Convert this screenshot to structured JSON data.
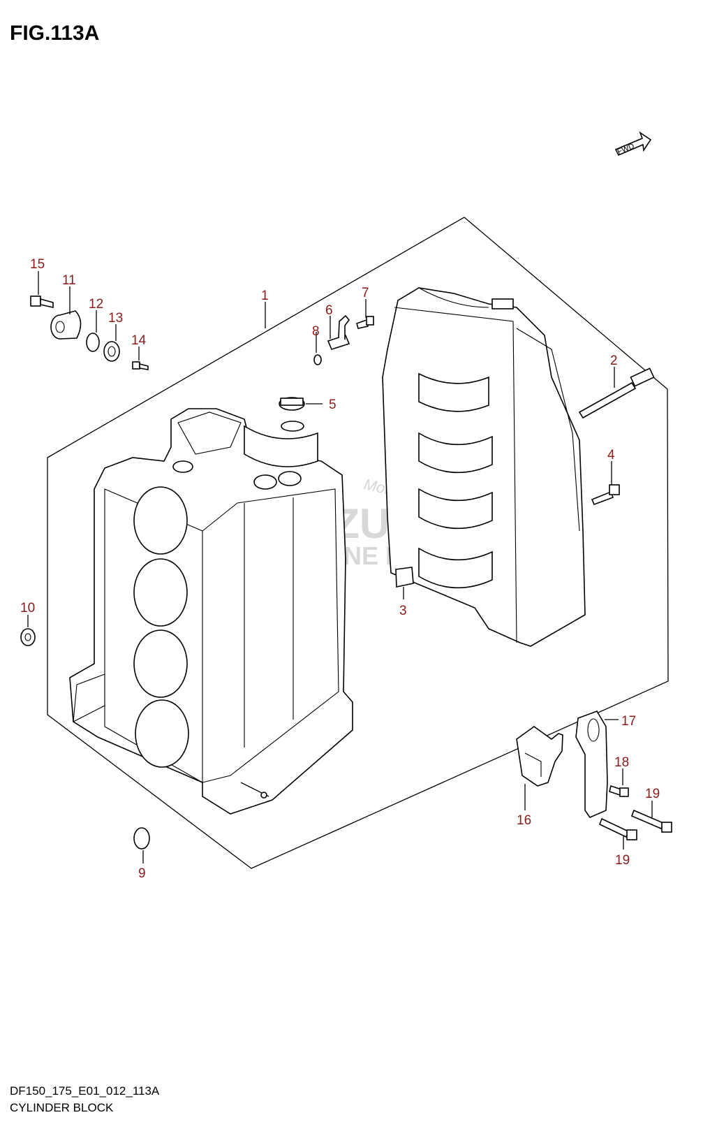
{
  "figure": {
    "title": "FIG.113A",
    "fwd_label": "FWD",
    "model_code": "DF150_175_E01_012_113A",
    "section_name": "CYLINDER BLOCK"
  },
  "watermark": {
    "brand": "SUZUKI",
    "sub": "MARINE PARTS",
    "script": "Motorsport"
  },
  "callouts": {
    "c1": "1",
    "c2": "2",
    "c3": "3",
    "c4": "4",
    "c5": "5",
    "c6": "6",
    "c7": "7",
    "c8": "8",
    "c9": "9",
    "c10": "10",
    "c11": "11",
    "c12": "12",
    "c13": "13",
    "c14": "14",
    "c15": "15",
    "c16": "16",
    "c17": "17",
    "c18": "18",
    "c19a": "19",
    "c19b": "19"
  },
  "colors": {
    "callout": "#8b1a1a",
    "line": "#000000",
    "watermark": "#cfcfcf"
  }
}
